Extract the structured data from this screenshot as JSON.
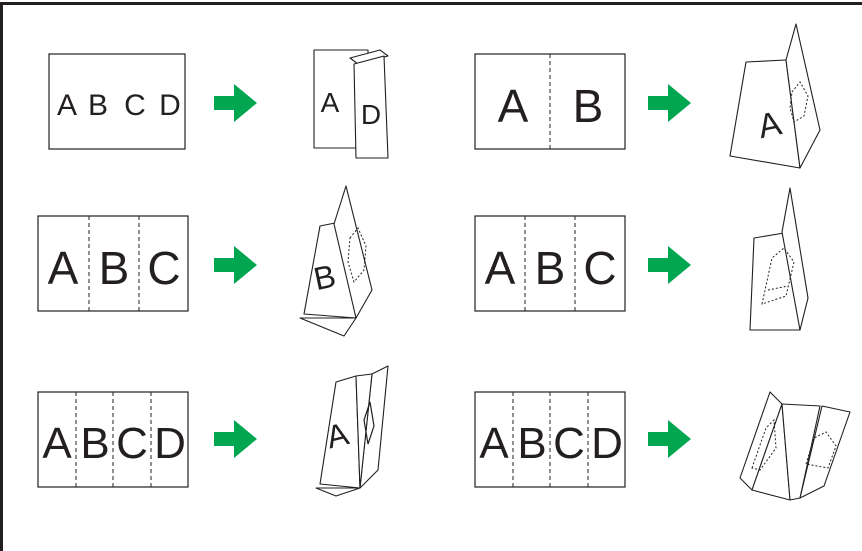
{
  "colors": {
    "frame": "#231f20",
    "arrow": "#00a650",
    "background": "#ffffff"
  },
  "folds": [
    {
      "id": "gate",
      "panels": [
        "A",
        "B",
        "C",
        "D"
      ],
      "result_letters": [
        "A",
        "D"
      ]
    },
    {
      "id": "half",
      "panels": [
        "A",
        "B"
      ],
      "result_letters": [
        "A"
      ]
    },
    {
      "id": "letter-in",
      "panels": [
        "A",
        "B",
        "C"
      ],
      "result_letters": [
        "B"
      ]
    },
    {
      "id": "letter-out",
      "panels": [
        "A",
        "B",
        "C"
      ],
      "result_letters": []
    },
    {
      "id": "double-parallel",
      "panels": [
        "A",
        "B",
        "C",
        "D"
      ],
      "result_letters": [
        "A"
      ]
    },
    {
      "id": "accordion",
      "panels": [
        "A",
        "B",
        "C",
        "D"
      ],
      "result_letters": []
    }
  ]
}
